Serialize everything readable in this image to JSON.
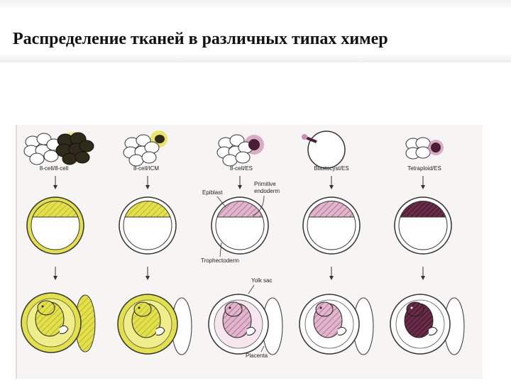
{
  "title": "Распределение тканей в различных типах химер",
  "colors": {
    "yellow": "#e3e14a",
    "pink": "#c98fb0",
    "dark_pink": "#4a1e34",
    "dark": "#2a2418",
    "outline": "#333333"
  },
  "columns": [
    {
      "label": "8-cell/8-cell"
    },
    {
      "label": "8-cell/ICM"
    },
    {
      "label": "8-cell/ES"
    },
    {
      "label": "Blastocyst/ES"
    },
    {
      "label": "Tetraploid/ES"
    }
  ],
  "annotations": {
    "epiblast": "Epiblast",
    "primitive_endoderm_line1": "Primitive",
    "primitive_endoderm_line2": "endoderm",
    "trophectoderm": "Trophectoderm",
    "yolk_sac": "Yolk sac",
    "placenta": "Placenta"
  }
}
